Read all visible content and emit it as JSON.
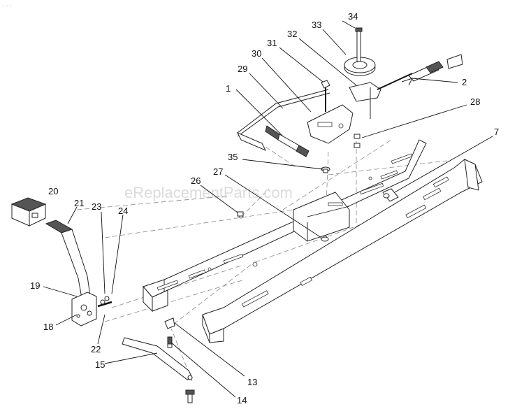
{
  "watermark": "eReplacementParts.com",
  "corner_mark": "· · ·",
  "callouts": [
    {
      "num": "34"
    },
    {
      "num": "33"
    },
    {
      "num": "32"
    },
    {
      "num": "31"
    },
    {
      "num": "30"
    },
    {
      "num": "29"
    },
    {
      "num": "1"
    },
    {
      "num": "2"
    },
    {
      "num": "28"
    },
    {
      "num": "7"
    },
    {
      "num": "35"
    },
    {
      "num": "27"
    },
    {
      "num": "26"
    },
    {
      "num": "20"
    },
    {
      "num": "21"
    },
    {
      "num": "23"
    },
    {
      "num": "24"
    },
    {
      "num": "19"
    },
    {
      "num": "18"
    },
    {
      "num": "22"
    },
    {
      "num": "15"
    },
    {
      "num": "13"
    },
    {
      "num": "14"
    }
  ]
}
